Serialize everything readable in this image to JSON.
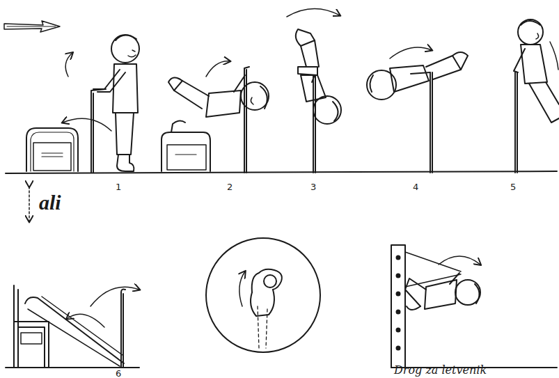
{
  "diagram": {
    "labels": [
      "1",
      "2",
      "3",
      "4",
      "5",
      "ali",
      "6",
      "Drog za letvenik"
    ]
  }
}
